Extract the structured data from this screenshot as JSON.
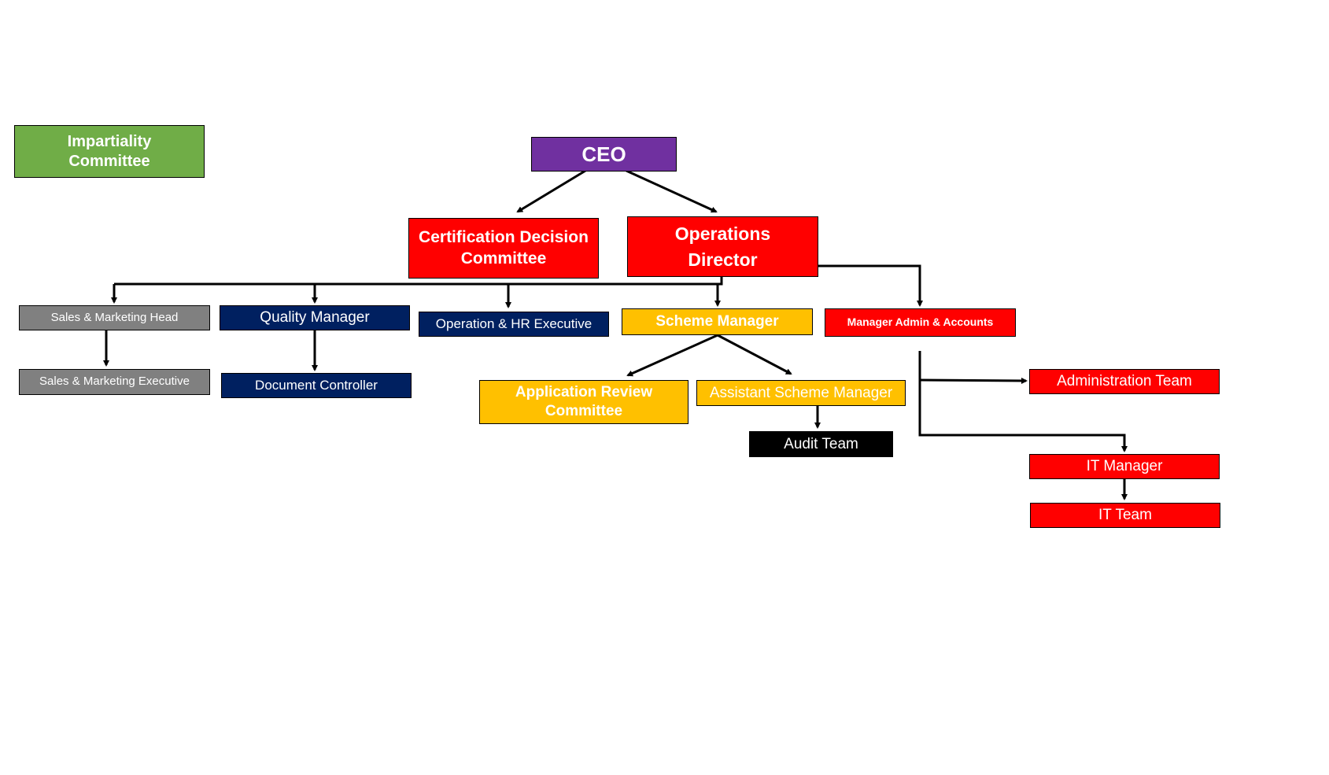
{
  "diagram": {
    "type": "organization-chart",
    "colors": {
      "impartiality": "#70ad47",
      "executive": "#7030a0",
      "management_red": "#ff0000",
      "sales": "#808080",
      "quality": "#002060",
      "scheme": "#ffc000",
      "audit": "#000000",
      "text": "#ffffff",
      "connector": "#000000"
    },
    "nodes": {
      "impartiality_committee": {
        "label": "Impartiality Committee"
      },
      "ceo": {
        "label": "CEO"
      },
      "certification_decision_committee": {
        "label": "Certification Decision Committee"
      },
      "operations_director": {
        "label": "Operations Director"
      },
      "sales_marketing_head": {
        "label": "Sales & Marketing Head"
      },
      "sales_marketing_executive": {
        "label": "Sales & Marketing Executive"
      },
      "quality_manager": {
        "label": "Quality Manager"
      },
      "document_controller": {
        "label": "Document Controller"
      },
      "operation_hr_executive": {
        "label": "Operation & HR Executive"
      },
      "scheme_manager": {
        "label": "Scheme Manager"
      },
      "application_review_committee": {
        "label": "Application Review Committee"
      },
      "assistant_scheme_manager": {
        "label": "Assistant Scheme Manager"
      },
      "audit_team": {
        "label": "Audit Team"
      },
      "manager_admin_accounts": {
        "label": "Manager Admin & Accounts"
      },
      "administration_team": {
        "label": "Administration Team"
      },
      "it_manager": {
        "label": "IT Manager"
      },
      "it_team": {
        "label": "IT Team"
      }
    },
    "edges": [
      {
        "from": "ceo",
        "to": "certification_decision_committee"
      },
      {
        "from": "ceo",
        "to": "operations_director"
      },
      {
        "from": "operations_director",
        "to": "sales_marketing_head"
      },
      {
        "from": "operations_director",
        "to": "quality_manager"
      },
      {
        "from": "operations_director",
        "to": "operation_hr_executive"
      },
      {
        "from": "operations_director",
        "to": "scheme_manager"
      },
      {
        "from": "operations_director",
        "to": "manager_admin_accounts"
      },
      {
        "from": "sales_marketing_head",
        "to": "sales_marketing_executive"
      },
      {
        "from": "quality_manager",
        "to": "document_controller"
      },
      {
        "from": "scheme_manager",
        "to": "application_review_committee"
      },
      {
        "from": "scheme_manager",
        "to": "assistant_scheme_manager"
      },
      {
        "from": "assistant_scheme_manager",
        "to": "audit_team"
      },
      {
        "from": "manager_admin_accounts",
        "to": "administration_team"
      },
      {
        "from": "manager_admin_accounts",
        "to": "it_manager"
      },
      {
        "from": "it_manager",
        "to": "it_team"
      }
    ]
  }
}
